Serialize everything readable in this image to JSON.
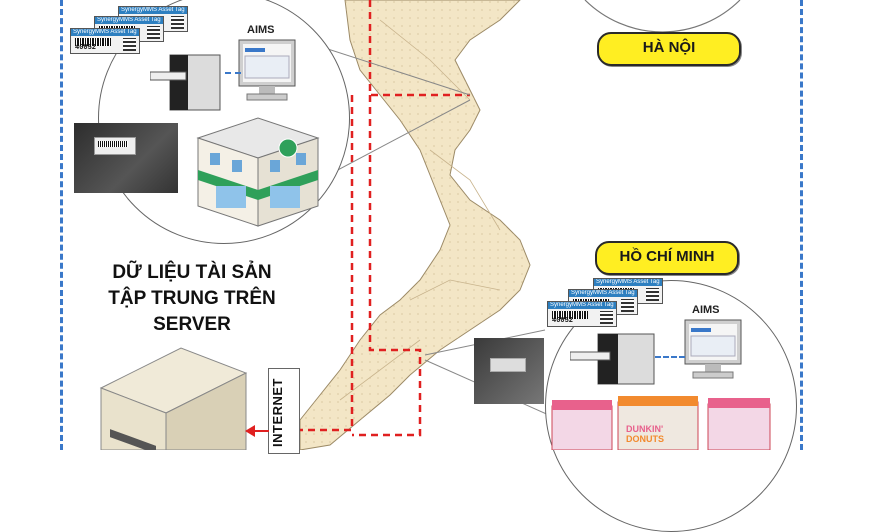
{
  "labels": {
    "hanoi": "HÀ NỘI",
    "hcm": "HỒ CHÍ MINH",
    "server_line1": "DỮ LIỆU TÀI SẢN",
    "server_line2": "TẬP TRUNG TRÊN",
    "server_line3": "SERVER",
    "internet": "INTERNET",
    "aims_top": "AIMS",
    "aims_bottom": "AIMS"
  },
  "tags": {
    "header": "SynergyMMS Asset Tag",
    "number": "40052"
  },
  "colors": {
    "badge_fill": "#ffee22",
    "dashed_border": "#3a78c9",
    "route_red": "#e02020",
    "map_land": "#f3e6c6"
  }
}
